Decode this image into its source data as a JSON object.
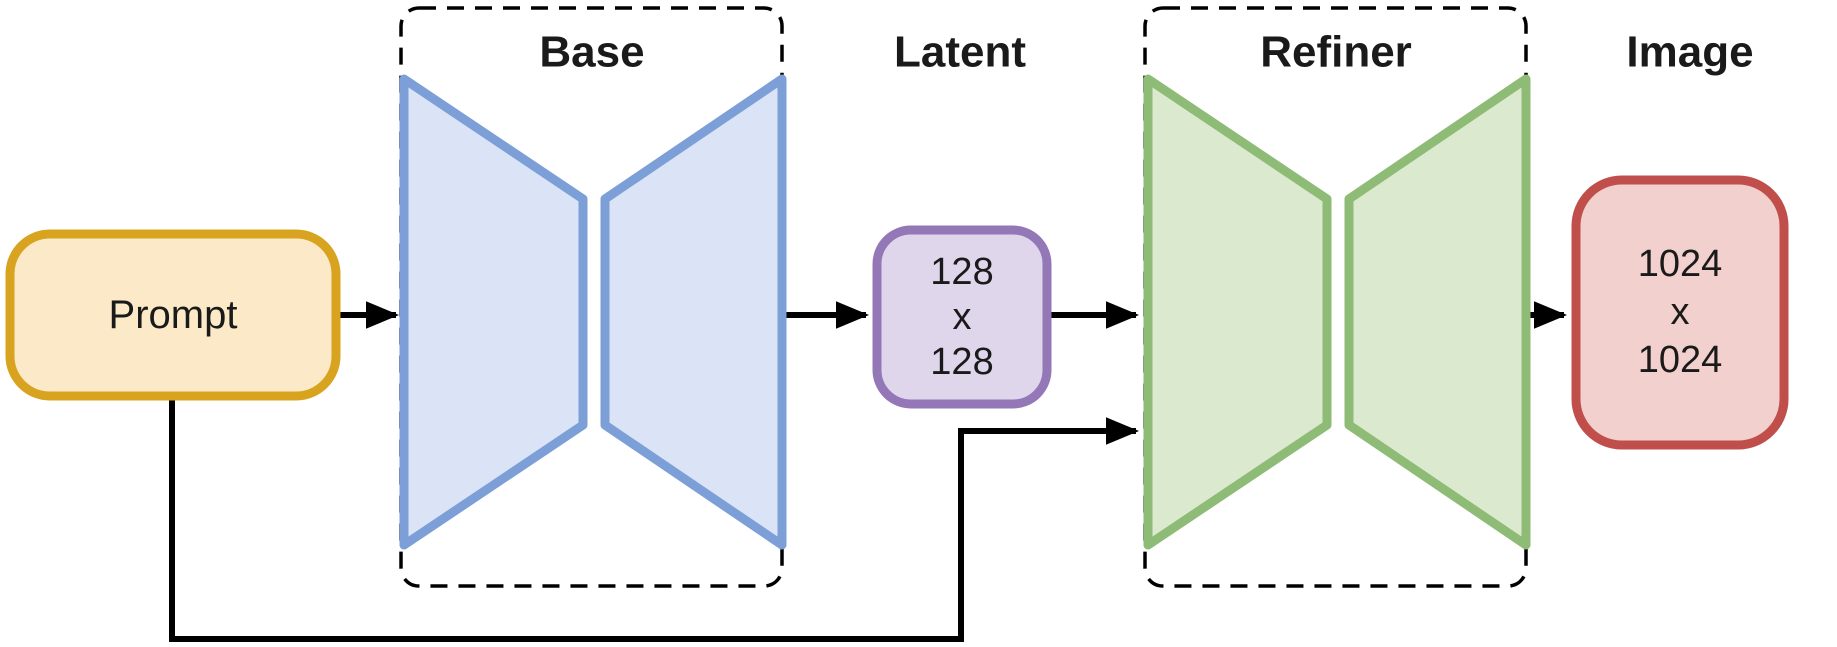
{
  "diagram": {
    "prompt": {
      "label": "Prompt"
    },
    "base": {
      "label": "Base"
    },
    "latent": {
      "label": "Latent",
      "size": [
        "128",
        "x",
        "128"
      ]
    },
    "refiner": {
      "label": "Refiner"
    },
    "image": {
      "label": "Image",
      "size": [
        "1024",
        "x",
        "1024"
      ]
    },
    "colors": {
      "prompt_border": "#D8A420",
      "prompt_fill": "#FBE9C7",
      "base_border": "#7C9FD7",
      "base_fill": "#DAE4F6",
      "latent_border": "#9477B7",
      "latent_fill": "#DFD6EC",
      "refiner_border": "#8EBB76",
      "refiner_fill": "#DBEACE",
      "image_border": "#C04F4B",
      "image_fill": "#F1D0CD",
      "dashed_box": "#000000",
      "arrow": "#000000",
      "text": "#1A1A1A"
    }
  }
}
